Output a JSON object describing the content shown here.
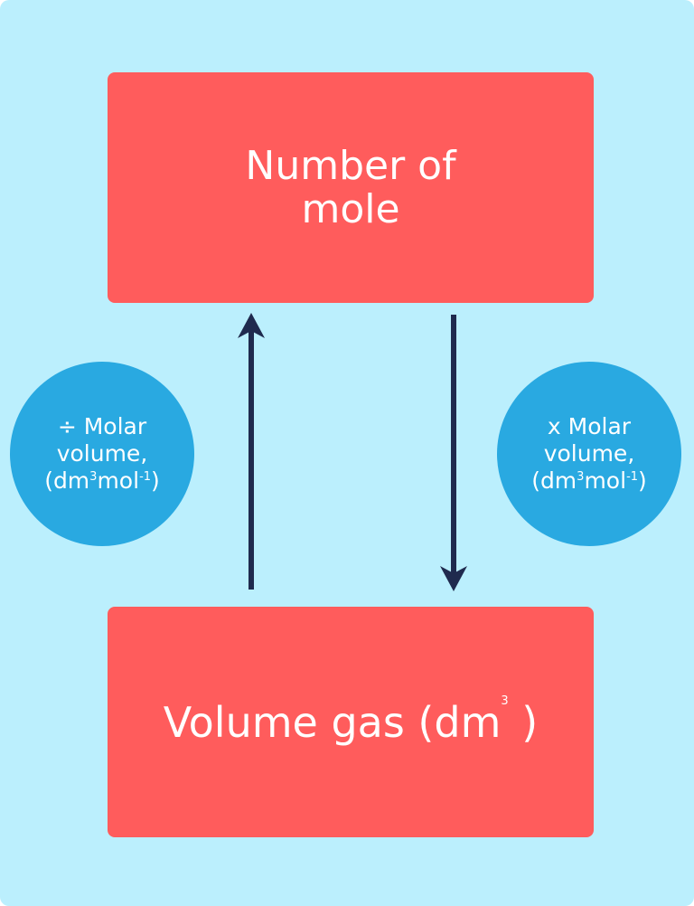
{
  "top_box": {
    "line1": "Number of",
    "line2": "mole"
  },
  "bottom_box": {
    "label": "Volume gas (dm",
    "sup": "3",
    "close": " )"
  },
  "left_circle": {
    "line1": "÷  Molar",
    "line2": "volume,",
    "unit_open": "(dm",
    "sup1": "3",
    "unit_mid": "mol",
    "sup2": "-1",
    "unit_close": ")"
  },
  "right_circle": {
    "line1": "x Molar",
    "line2": "volume,",
    "unit_open": "(dm",
    "sup1": "3",
    "unit_mid": "mol",
    "sup2": "-1",
    "unit_close": ")"
  },
  "colors": {
    "background": "#bbeffd",
    "box": "#ff5c5c",
    "circle": "#29a9e1",
    "arrow": "#1f2a4e"
  }
}
